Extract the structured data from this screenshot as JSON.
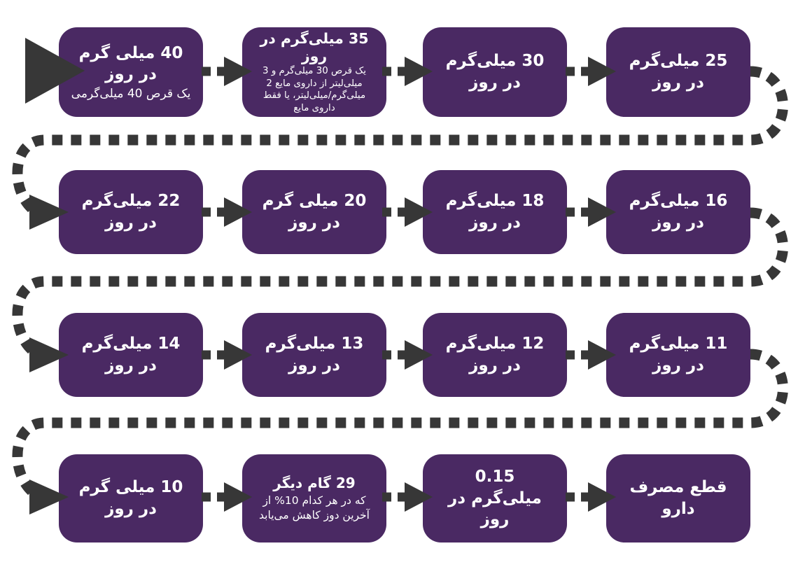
{
  "palette": {
    "box_fill": "#4A2963",
    "connector": "#373737",
    "background": "#FFFFFF",
    "box_text": "#FFFFFF"
  },
  "flow": {
    "direction": "rtl",
    "boxes": [
      {
        "id": "40mg",
        "title": "40 میلی گرم در روز",
        "subtitle": "یک قرص 40 میلی‌گرمی"
      },
      {
        "id": "35mg",
        "title": "35 میلی‌گرم در روز",
        "subtitle": "یک قرص 30 میلی‌گرم و 3 میلی‌لیتر از داروی مایع 2 میلی‌گرم/میلی‌لیتر، یا فقط داروی مایع"
      },
      {
        "id": "30mg",
        "title": "30 میلی‌گرم در روز"
      },
      {
        "id": "25mg",
        "title": "25 میلی‌گرم در روز"
      },
      {
        "id": "22mg",
        "title": "22 میلی‌گرم در روز"
      },
      {
        "id": "20mg",
        "title": "20 میلی گرم در روز"
      },
      {
        "id": "18mg",
        "title": "18 میلی‌گرم در روز"
      },
      {
        "id": "16mg",
        "title": "16 میلی‌گرم در روز"
      },
      {
        "id": "14mg",
        "title": "14 میلی‌گرم در روز"
      },
      {
        "id": "13mg",
        "title": "13 میلی‌گرم در روز"
      },
      {
        "id": "12mg",
        "title": "12 میلی‌گرم در روز"
      },
      {
        "id": "11mg",
        "title": "11 میلی‌گرم در روز"
      },
      {
        "id": "10mg",
        "title": "10 میلی گرم در روز"
      },
      {
        "id": "29-more-steps",
        "title": "29 گام دیگر",
        "subtitle": "که در هر کدام 10% از آخرین دوز کاهش می‌یابد"
      },
      {
        "id": "0.15mg",
        "title": "0.15 میلی‌گرم در روز"
      },
      {
        "id": "stop",
        "title": "قطع مصرف دارو"
      }
    ]
  }
}
